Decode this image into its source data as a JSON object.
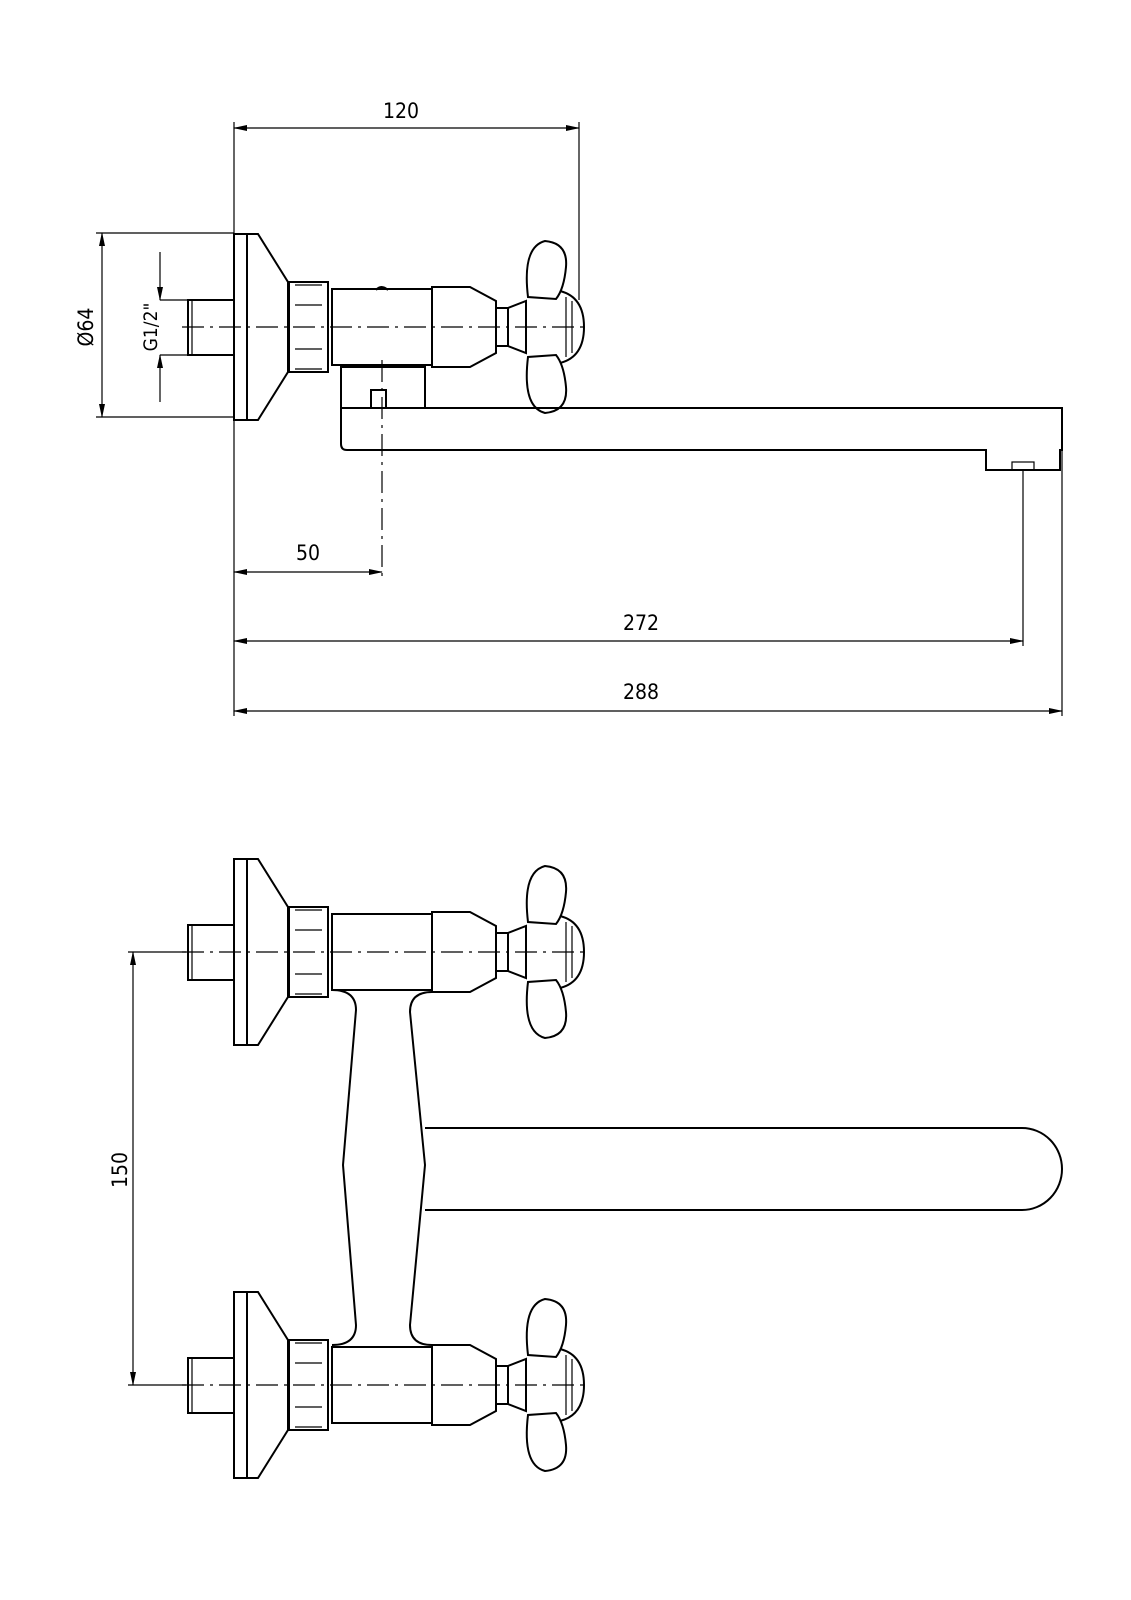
{
  "dimensions": {
    "width_to_handle": "120",
    "flange_diameter": "Ø64",
    "thread_size": "G1/2\"",
    "wall_to_body_axis": "50",
    "wall_to_outlet": "272",
    "overall_length": "288",
    "center_spacing": "150"
  }
}
